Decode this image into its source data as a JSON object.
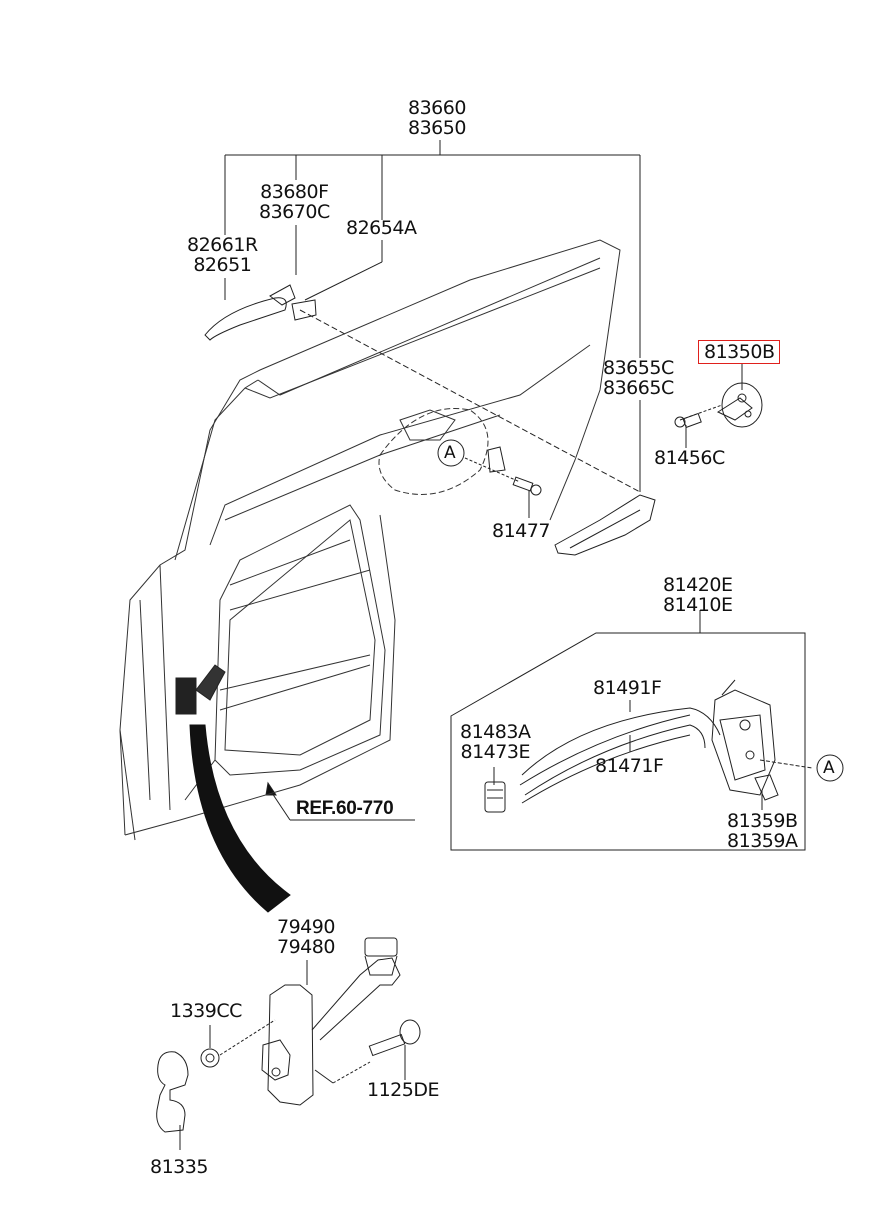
{
  "diagram": {
    "title": "Rear Door Handle, Lock & Checker Parts Diagram",
    "highlight_color": "#e0201c",
    "callouts": {
      "handle_assembly": [
        "83660",
        "83650"
      ],
      "handle_cover": [
        "83680F",
        "83670C"
      ],
      "handle_pad": [
        "82654A"
      ],
      "outside_handle": [
        "82661R",
        "82651"
      ],
      "handle_bracket": [
        "83655C",
        "83665C"
      ],
      "striker": [
        "81350B"
      ],
      "striker_screw": [
        "81456C"
      ],
      "lock_screw": [
        "81477"
      ],
      "lock_assembly": [
        "81420E",
        "81410E"
      ],
      "cable_upper": [
        "81491F"
      ],
      "cable_lower": [
        "81471F"
      ],
      "clip": [
        "81483A",
        "81473E"
      ],
      "lock_actuator": [
        "81359B",
        "81359A"
      ],
      "checker": [
        "79490",
        "79480"
      ],
      "nut": [
        "1339CC"
      ],
      "bolt": [
        "1125DE"
      ],
      "cap": [
        "81335"
      ]
    },
    "circle_markers": [
      "A",
      "A"
    ],
    "reference": "REF.60-770",
    "highlighted_part": "81350B"
  }
}
